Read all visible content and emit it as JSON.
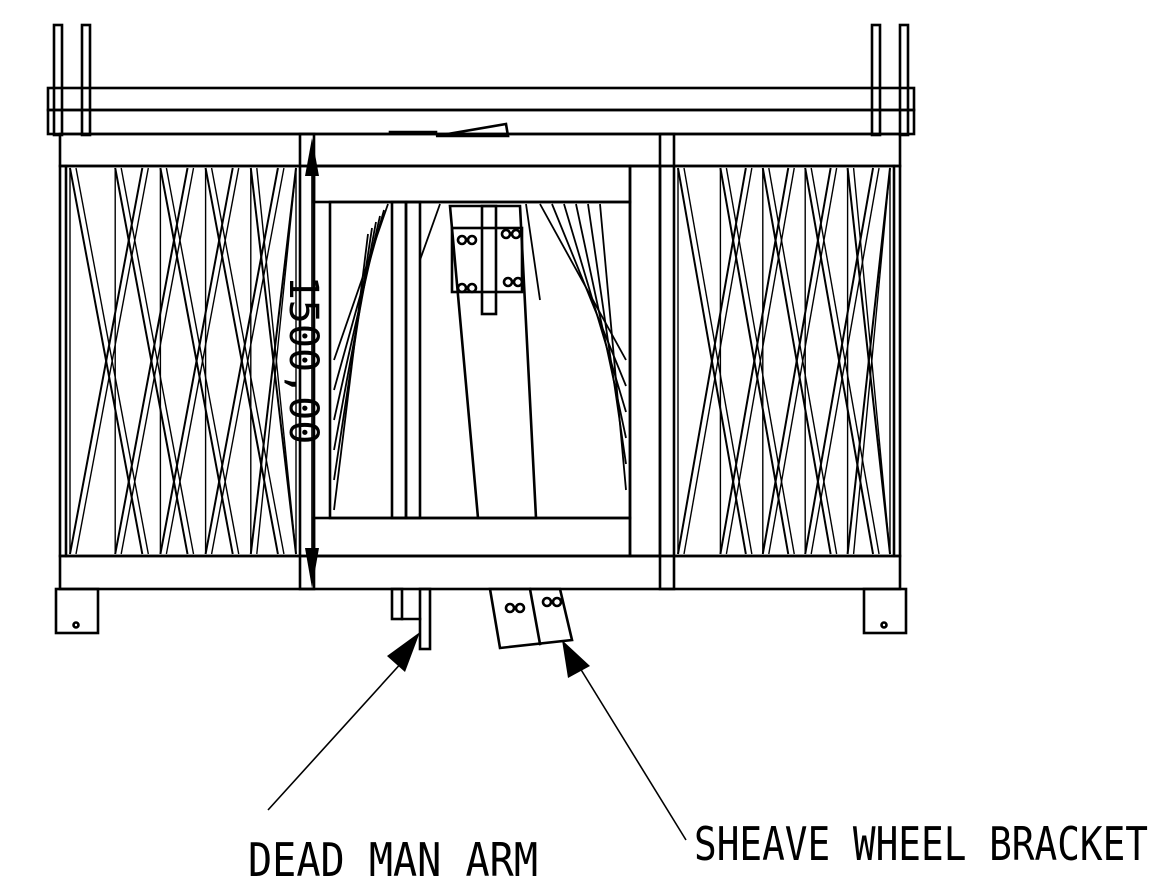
{
  "labels": {
    "dead_man_arm": "DEAD MAN ARM",
    "sheave_wheel_bracket": "SHEAVE WHEEL BRACKET"
  },
  "dimensions": {
    "height": "1500,00"
  },
  "colors": {
    "line": "#000000",
    "background": "#ffffff"
  }
}
